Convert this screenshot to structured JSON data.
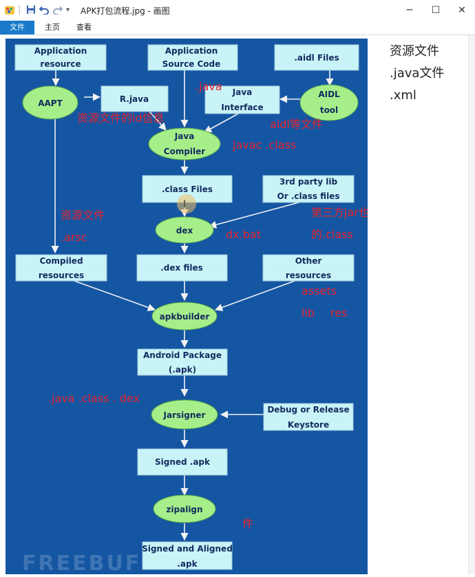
{
  "window": {
    "title": "APK打包流程.jpg - 画图",
    "minimize": "─",
    "maximize": "☐",
    "close": "✕"
  },
  "quick_access": {
    "app_icon": "paint-app-icon",
    "save_icon": "save-icon",
    "undo_icon": "undo-icon",
    "redo_icon": "redo-icon",
    "customize_icon": "chevron-down-icon"
  },
  "ribbon": {
    "tabs": [
      "文件",
      "主页",
      "查看"
    ]
  },
  "diagram": {
    "boxes": {
      "app_resource": [
        "Application",
        "resource"
      ],
      "app_source": [
        "Application",
        "Source Code"
      ],
      "aidl_files": [
        ".aidl Files"
      ],
      "rjava": [
        "R.java"
      ],
      "java_interface": [
        "Java",
        "Interface"
      ],
      "class_files": [
        ".class Files"
      ],
      "third_party": [
        "3rd party lib",
        "Or .class files"
      ],
      "compiled_resources": [
        "Compiled",
        "resources"
      ],
      "dex_files": [
        ".dex files"
      ],
      "other_resources": [
        "Other",
        "resources"
      ],
      "android_package": [
        "Android Package",
        "(.apk)"
      ],
      "keystore": [
        "Debug or Release",
        "Keystore"
      ],
      "signed_apk": [
        "Signed .apk"
      ],
      "signed_aligned": [
        "Signed and Aligned",
        ".apk"
      ]
    },
    "ellipses": {
      "aapt": [
        "AAPT"
      ],
      "aidl_tool": [
        "AIDL",
        "tool"
      ],
      "java_compiler": [
        "Java",
        "Compiler"
      ],
      "dex": [
        "dex"
      ],
      "apkbuilder": [
        "apkbuilder"
      ],
      "jarsigner": [
        "Jarsigner"
      ],
      "zipalign": [
        "zipalign"
      ]
    },
    "annotations": {
      "java": ".java",
      "res_id": "资源文件的id信息",
      "aidl_etc": "aidl等文件",
      "javac": "javac .class",
      "res_file": "资源文件",
      "arsc": ".arsc",
      "dxbat": "dx.bat",
      "third_jar": "第三方jar也是编译后",
      "third_class": "的.class",
      "assets": "assets",
      "lib": "lib",
      "res": "res",
      "java_class_dex": ".java .class . dex",
      "jian": "件"
    },
    "watermark": "FREEBUF",
    "colors": {
      "background": "#1556a3",
      "box": "#c8f4f8",
      "ellipse": "#a6ee8a",
      "annotation": "#e8232c",
      "arrow": "#f2f2f2"
    }
  },
  "notes": [
    "资源文件",
    ".java文件",
    ".xml"
  ]
}
